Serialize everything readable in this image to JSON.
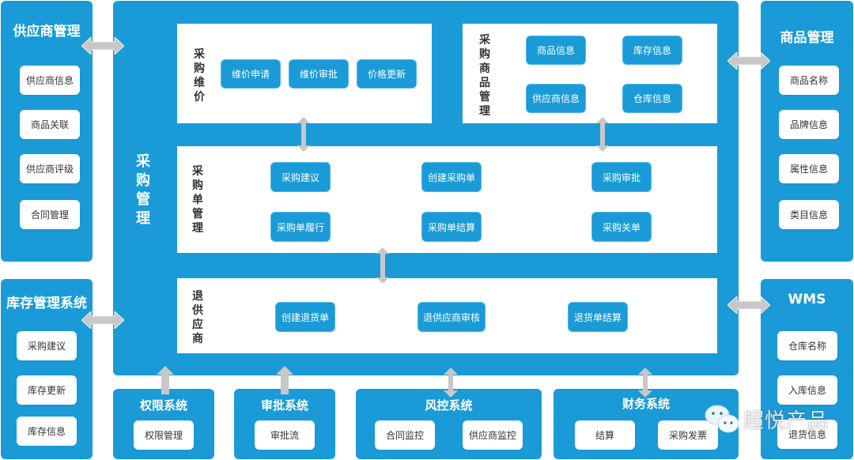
{
  "colors": {
    "panel": "#1a9bd7",
    "arrow": "#c8c8c8",
    "text_dark": "#333333"
  },
  "supplier_mgmt": {
    "title": "供应商管理",
    "items": [
      "供应商信息",
      "商品关联",
      "供应商评级",
      "合同管理"
    ]
  },
  "inventory_system": {
    "title": "库存管理系统",
    "items": [
      "采购建议",
      "库存更新",
      "库存信息"
    ]
  },
  "product_mgmt": {
    "title": "商品管理",
    "items": [
      "商品名称",
      "品牌信息",
      "属性信息",
      "类目信息"
    ]
  },
  "wms": {
    "title": "WMS",
    "items": [
      "仓库名称",
      "入库信息",
      "退货信息"
    ]
  },
  "purchase_mgmt": {
    "label": "采购管理",
    "price_maintenance": {
      "label": "采购维价",
      "buttons": [
        "维价申请",
        "维价审批",
        "价格更新"
      ]
    },
    "purchase_goods": {
      "label": "采购商品管理",
      "buttons": [
        "商品信息",
        "库存信息",
        "供应商信息",
        "仓库信息"
      ]
    },
    "purchase_order": {
      "label": "采购单管理",
      "buttons": [
        "采购建议",
        "创建采购单",
        "采购审批",
        "采购单履行",
        "采购单结算",
        "采购关单"
      ]
    },
    "return_supplier": {
      "label": "退供应商",
      "buttons": [
        "创建退货单",
        "退供应商审核",
        "退货单结算"
      ]
    }
  },
  "bottom_systems": [
    {
      "title": "权限系统",
      "items": [
        "权限管理"
      ]
    },
    {
      "title": "审批系统",
      "items": [
        "审批流"
      ]
    },
    {
      "title": "风控系统",
      "items": [
        "合同监控",
        "供应商监控"
      ]
    },
    {
      "title": "财务系统",
      "items": [
        "结算",
        "采购发票"
      ]
    }
  ],
  "watermark": {
    "text": "超悦产品",
    "icon": "wechat-icon"
  }
}
